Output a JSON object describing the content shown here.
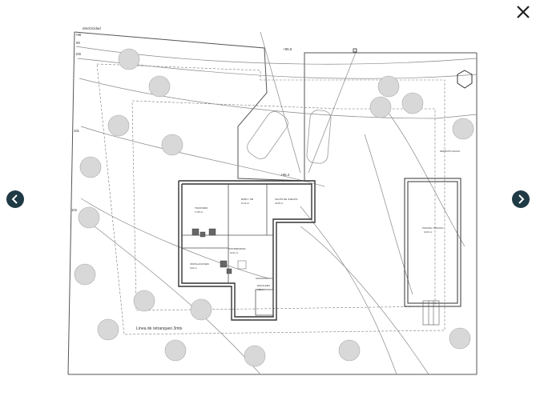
{
  "viewer": {
    "close_icon": "close-icon",
    "prev_icon": "chevron-left-icon",
    "next_icon": "chevron-right-icon",
    "nav_color": "#1f3a44"
  },
  "plan": {
    "labels": {
      "electricidad": "electricidad",
      "level_top": "+95.5",
      "level_house": "+96.2",
      "setback": "Línea de retranqueo 3mts",
      "left_100": "100",
      "left_101": "101",
      "left_102": "102",
      "left_99": "99",
      "left_98": "+98",
      "room_trastero": "TRASTERO",
      "room_trastero_area": "17.08 m²",
      "room_bano": "BAÑO / SB",
      "room_bano_area": "10.11 m²",
      "room_salon": "SALÓN DE JUEGOS",
      "room_salon_area": "32.08 m²",
      "room_distribuidor": "DISTRIBUIDOR",
      "room_distribuidor_area": "10.01 m²",
      "room_instalaciones": "INSTALACIONES",
      "room_instalaciones_area": "9.81 m²",
      "room_escalera": "ESCALERA",
      "room_escalera_area": "4.08 m²",
      "pool": "PISCINA / PISCINA",
      "pool_area": "44.00 m²",
      "deposit": "DEPÓSITO AGUAS"
    }
  }
}
